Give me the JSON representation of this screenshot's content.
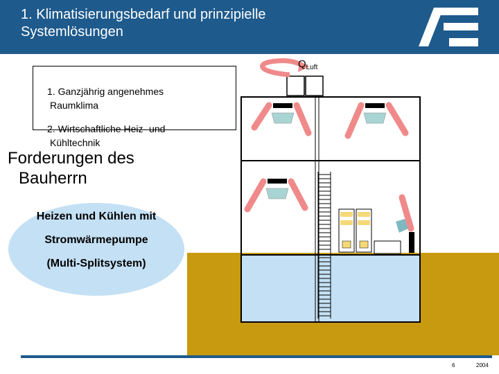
{
  "slide": {
    "title": "1. Klimatisierungsbedarf und prinzipielle\nSystemlösungen",
    "requirements": {
      "item1_line1": "1. Ganzjährig angenehmes",
      "item1_line2": "Raumklima",
      "item2_line1": "2. Wirtschaftliche Heiz- und",
      "item2_line2": "Kühltechnik"
    },
    "demands_line1": "Forderungen des",
    "demands_line2": "Bauherrn",
    "heatpump": {
      "line1": "Heizen und Kühlen mit",
      "line2": "Stromwärmepumpe",
      "line3": "(Multi-Splitsystem)"
    },
    "air_label_main": "Q",
    "air_label_sub": "Luft",
    "page_number": "6",
    "year": "2004"
  },
  "colors": {
    "header_blue": "#1e5a8c",
    "ground": "#c89a10",
    "basement_water": "#c4e0f4",
    "ellipse": "#c4e0f4",
    "airflow": "#f08a8a",
    "unit_cyan": "#a8d4d4"
  }
}
